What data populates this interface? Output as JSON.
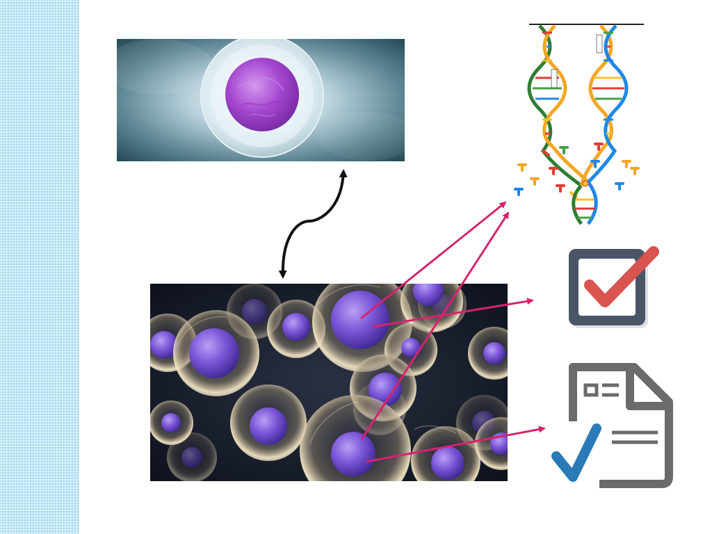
{
  "slide": {
    "images": [
      {
        "name": "egg-cell-image",
        "icon": "single-cell-with-nucleus"
      },
      {
        "name": "cells-cluster-image",
        "icon": "cluster-of-cells-with-nuclei"
      },
      {
        "name": "dna-replication-image",
        "icon": "dna-double-helix-replication"
      },
      {
        "name": "checkbox-icon",
        "icon": "checked-checkbox"
      },
      {
        "name": "document-check-icon",
        "icon": "document-with-checkmark"
      }
    ],
    "arrows": [
      {
        "name": "double-arrow",
        "style": "curved-bidirectional",
        "color": "#111111"
      },
      {
        "name": "nucleus-to-dna-arrow-1",
        "style": "straight",
        "color": "#d6236e"
      },
      {
        "name": "nucleus-to-dna-arrow-2",
        "style": "straight",
        "color": "#d6236e"
      },
      {
        "name": "nucleus-to-checkbox-arrow",
        "style": "straight",
        "color": "#d6236e"
      },
      {
        "name": "nucleus-to-document-arrow",
        "style": "straight",
        "color": "#d6236e"
      }
    ]
  },
  "colors": {
    "sidebar": "#bfe6f6",
    "arrow_accent": "#d6236e",
    "arrow_dark": "#111111",
    "nucleus": "#9b6ad8",
    "cell_background": "#0f1422",
    "checkbox_frame": "#4a5568",
    "check_red": "#d9534f",
    "document_gray": "#6b6b6b",
    "check_blue": "#2a7ab8"
  }
}
